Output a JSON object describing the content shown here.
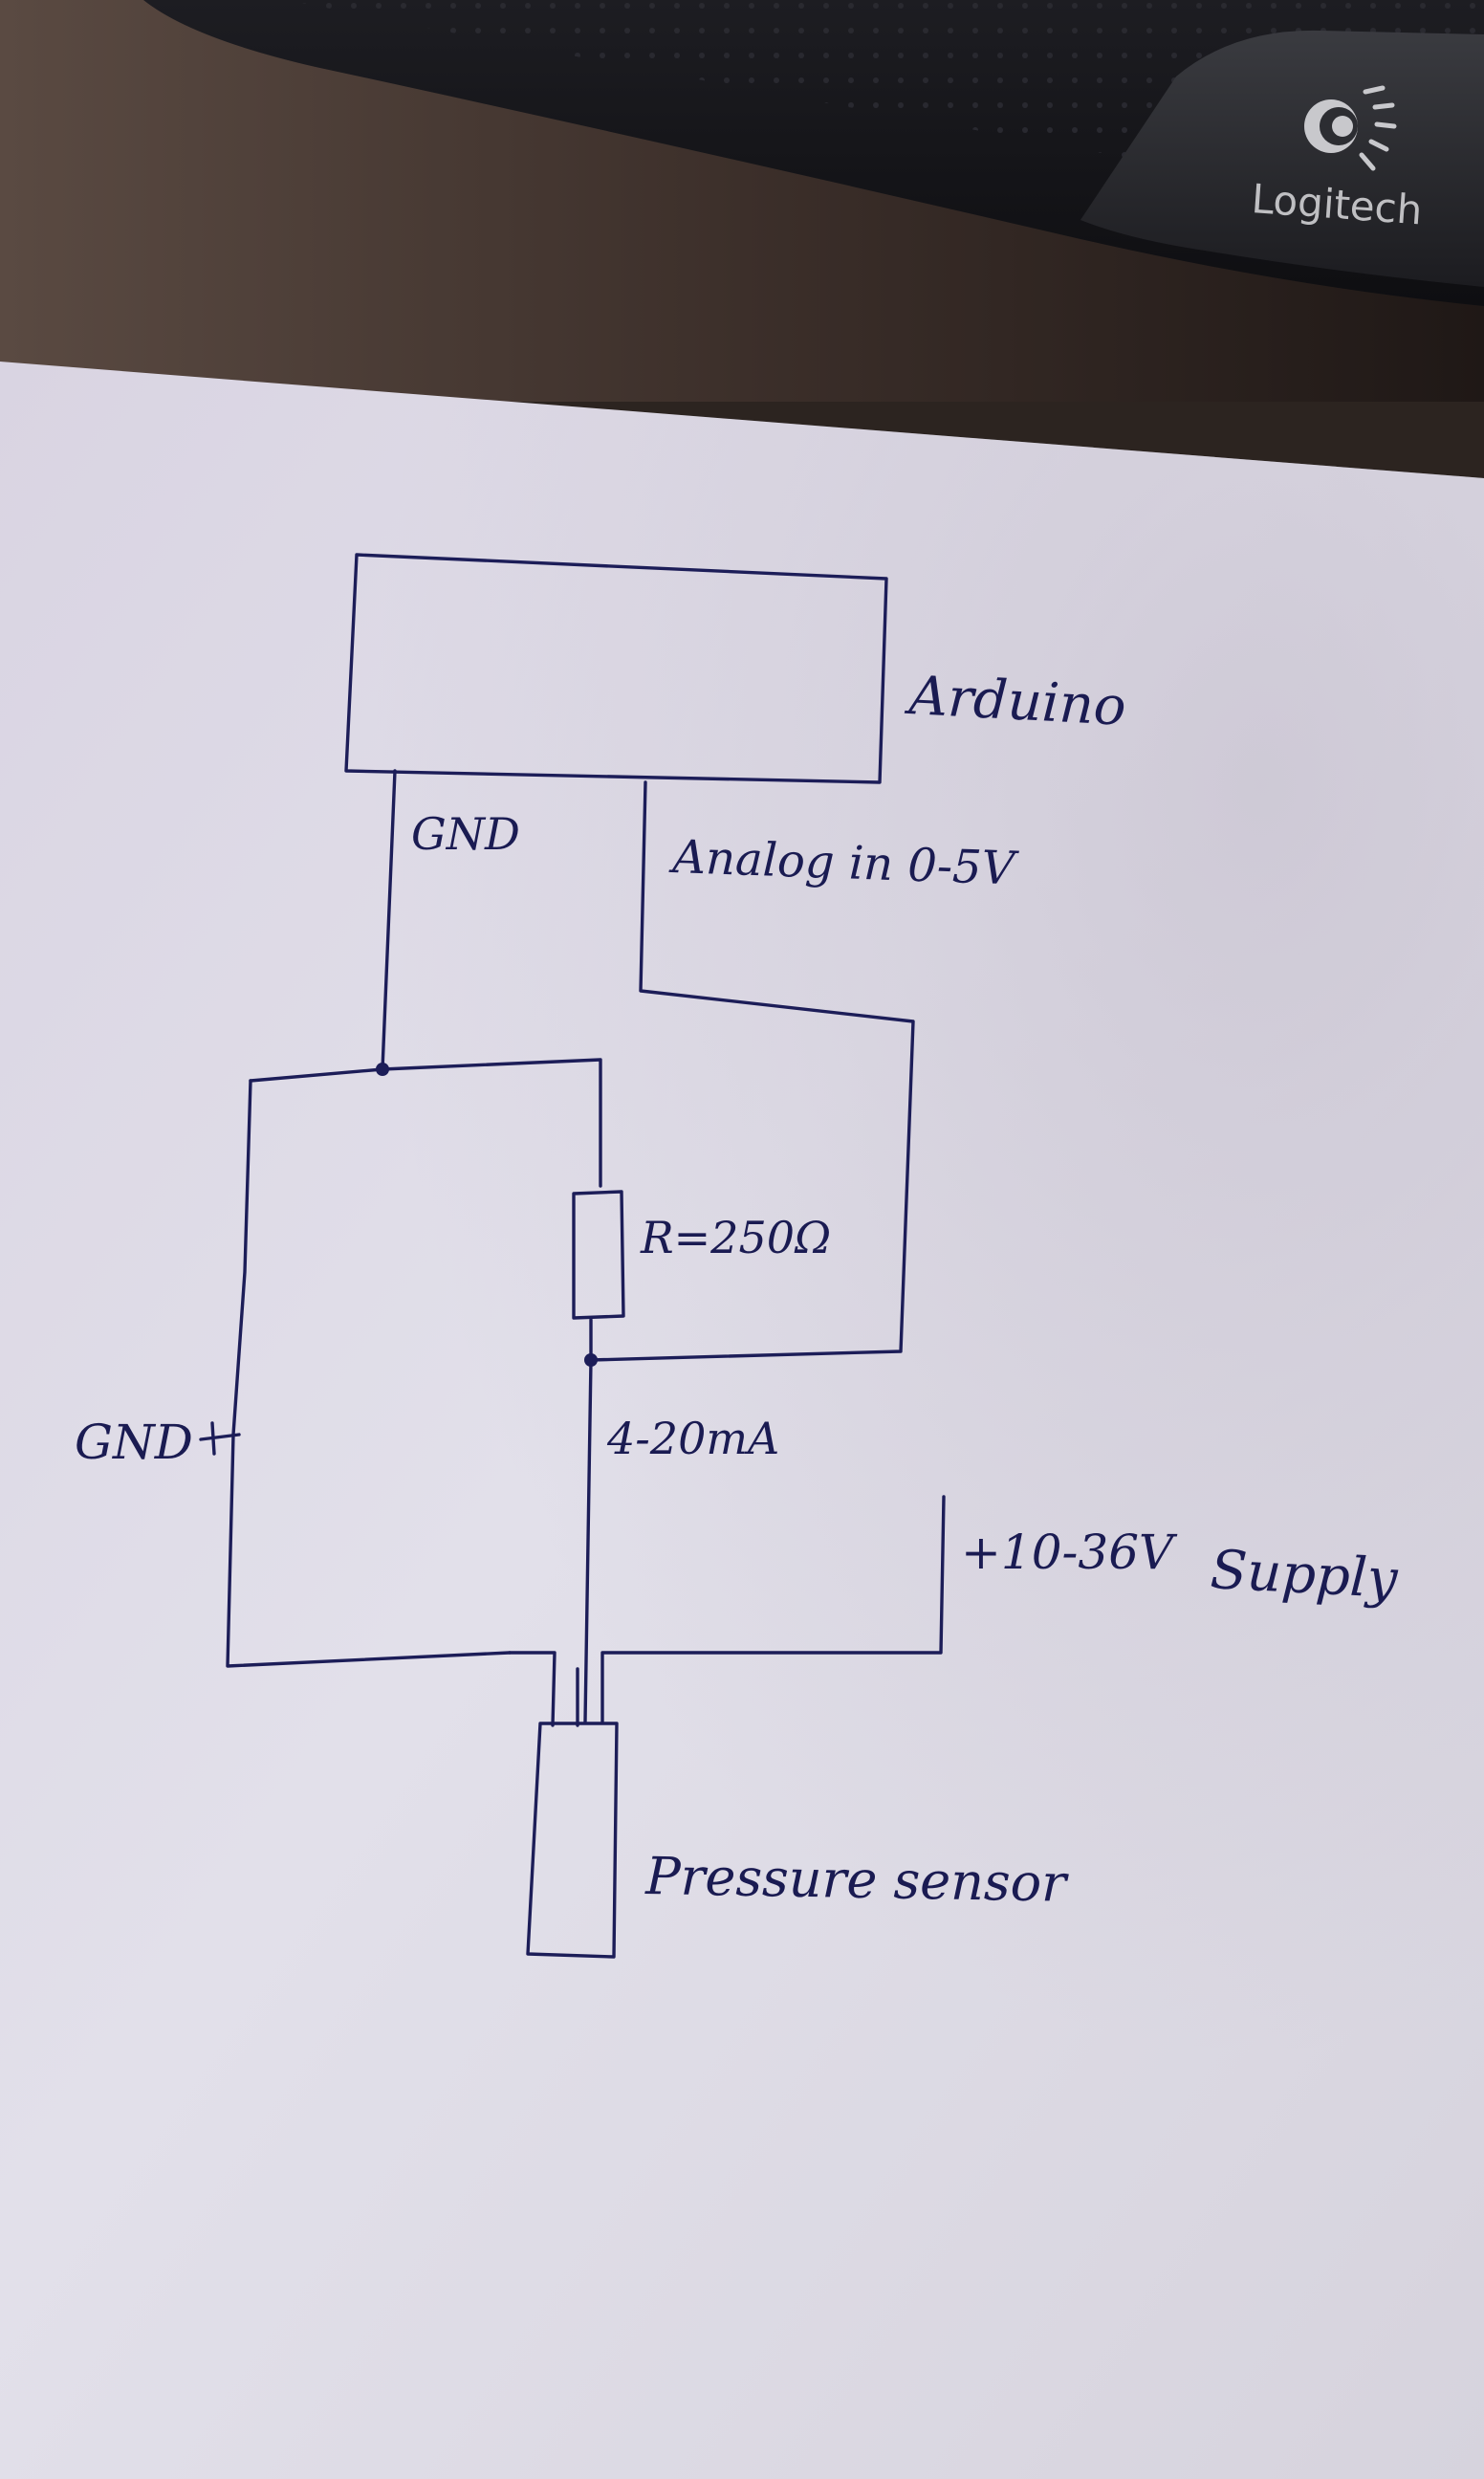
{
  "logo": {
    "brand": "Logitech",
    "icon": "logitech-eye-icon"
  },
  "diagram": {
    "labels": {
      "arduino": "Arduino",
      "gnd_top": "GND",
      "analog_in": "Analog in 0-5V",
      "resistor": "R=250Ω",
      "current_loop": "4-20mA",
      "gnd_left": "GND",
      "supply_voltage": "+10-36V",
      "supply": "Supply",
      "sensor": "Pressure sensor"
    }
  },
  "colors": {
    "ink": "#1c1d58",
    "paper": "#dedce8",
    "desk": "#2c2420"
  }
}
